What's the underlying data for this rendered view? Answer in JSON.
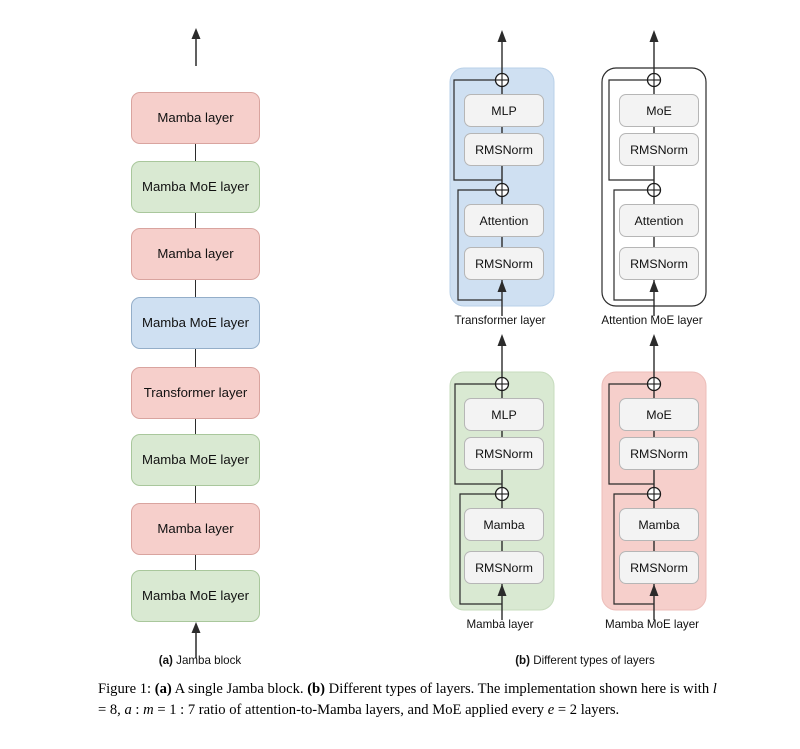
{
  "figure": {
    "caption_label": "Figure 1:",
    "caption_parts": {
      "a_tag": "(a)",
      "a_text": " A single Jamba block. ",
      "b_tag": "(b)",
      "b_text": " Different types of layers. The implementation shown here is",
      "line2_pre": "with ",
      "m_l": "l",
      "eq1": " = 8, ",
      "m_a": "a",
      "colon1": " : ",
      "m_m": "m",
      "eq2": " = 1 : 7 ratio of attention-to-Mamba layers, and MoE applied every ",
      "m_e": "e",
      "eq3": " = 2 layers."
    },
    "full_caption": "Figure 1: (a) A single Jamba block. (b) Different types of layers. The implementation shown here is with l = 8, a : m = 1 : 7 ratio of attention-to-Mamba layers, and MoE applied every e = 2 layers."
  },
  "subcaptions": {
    "a_tag": "(a)",
    "a_label": " Jamba block",
    "b_tag": "(b)",
    "b_label": " Different types of layers"
  },
  "colors": {
    "pink_fill": "#f6cfcb",
    "pink_stroke": "#d9a49f",
    "green_fill": "#d9e9d2",
    "green_stroke": "#a9c79c",
    "blue_fill": "#cfe0f2",
    "blue_stroke": "#94aec9",
    "white_fill": "#ffffff",
    "dark_stroke": "#2b2b2b",
    "inner_fill": "#f3f3f3",
    "inner_stroke": "#b6b6b6"
  },
  "jamba_block": {
    "order_bottom_to_top": true,
    "layers": [
      {
        "label": "Mamba MoE layer",
        "type": "mamba-moe",
        "color": "pink"
      },
      {
        "label": "Mamba layer",
        "type": "mamba",
        "color": "green"
      },
      {
        "label": "Mamba MoE layer",
        "type": "mamba-moe",
        "color": "pink"
      },
      {
        "label": "Transformer layer",
        "type": "transformer",
        "color": "blue"
      },
      {
        "label": "Mamba MoE layer",
        "type": "mamba-moe",
        "color": "pink"
      },
      {
        "label": "Mamba layer",
        "type": "mamba",
        "color": "green"
      },
      {
        "label": "Mamba MoE layer",
        "type": "mamba-moe",
        "color": "pink"
      },
      {
        "label": "Mamba layer",
        "type": "mamba",
        "color": "green"
      }
    ]
  },
  "layer_types": [
    {
      "id": "transformer-layer",
      "label": "Transformer layer",
      "panel_color": "blue",
      "blocks_bottom_to_top": [
        "RMSNorm",
        "Attention",
        "RMSNorm",
        "MLP"
      ],
      "adders": [
        "plus-circle",
        "plus-circle"
      ]
    },
    {
      "id": "attention-moe-layer",
      "label": "Attention MoE layer",
      "panel_color": "white",
      "blocks_bottom_to_top": [
        "RMSNorm",
        "Attention",
        "RMSNorm",
        "MoE"
      ],
      "adders": [
        "plus-circle",
        "plus-circle"
      ]
    },
    {
      "id": "mamba-layer",
      "label": "Mamba layer",
      "panel_color": "green",
      "blocks_bottom_to_top": [
        "RMSNorm",
        "Mamba",
        "RMSNorm",
        "MLP"
      ],
      "adders": [
        "plus-circle",
        "plus-circle"
      ]
    },
    {
      "id": "mamba-moe-layer",
      "label": "Mamba MoE layer",
      "panel_color": "pink",
      "blocks_bottom_to_top": [
        "RMSNorm",
        "Mamba",
        "RMSNorm",
        "MoE"
      ],
      "adders": [
        "plus-circle",
        "plus-circle"
      ]
    }
  ]
}
